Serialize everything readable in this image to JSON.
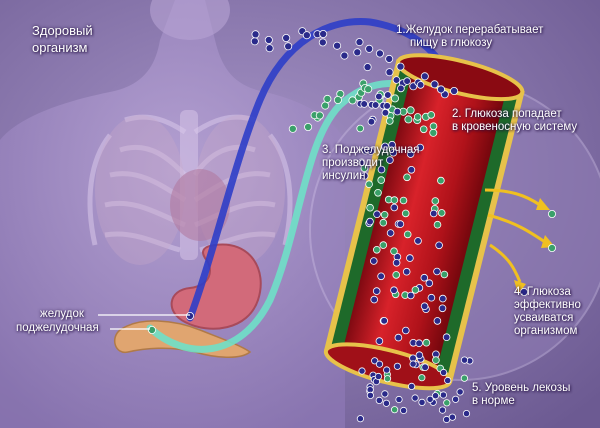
{
  "title_lines": [
    "Здоровый",
    "организм"
  ],
  "steps": [
    {
      "lines": [
        "1.Желудок перерабатывает",
        "пищу в глюкозу"
      ]
    },
    {
      "lines": [
        "2. Глюкоза попадает",
        "в кровеносную систему"
      ]
    },
    {
      "lines": [
        "3. Поджелудочная",
        "производит",
        "инсулин"
      ]
    },
    {
      "lines": [
        "4. Глюкоза",
        "эффективно",
        "усваиватся",
        "организмом"
      ]
    },
    {
      "lines": [
        "5. Уровень лекозы",
        "в норме"
      ]
    }
  ],
  "organs": {
    "stomach_label": "желудок",
    "pancreas_label": "поджелудочная"
  },
  "colors": {
    "background": "#8e7bb0",
    "glucose_dot": "#2a2a8a",
    "insulin_dot": "#3aa06a",
    "glucose_path": "#2e3ec8",
    "insulin_path": "#6fe0c8",
    "vessel": "#c0101a",
    "vessel_band": "#1e6a2a",
    "absorb_arrow": "#f0c020"
  }
}
